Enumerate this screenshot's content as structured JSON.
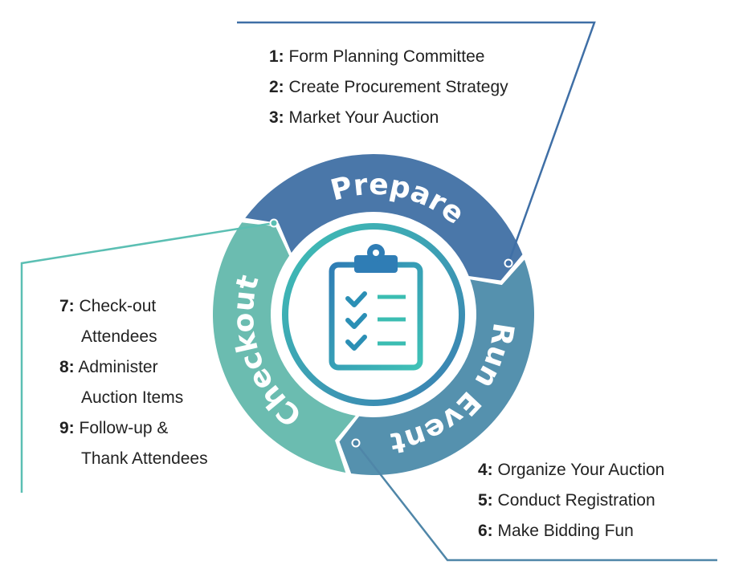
{
  "phases": [
    {
      "label": "Prepare",
      "color": "#4a77a9",
      "line_color": "#3f6fa6",
      "steps": [
        {
          "num": "1:",
          "text": "Form Planning Committee"
        },
        {
          "num": "2:",
          "text": "Create Procurement Strategy"
        },
        {
          "num": "3:",
          "text": "Market Your Auction"
        }
      ]
    },
    {
      "label": "Run Event",
      "color": "#5591ae",
      "line_color": "#4f86a8",
      "steps": [
        {
          "num": "4:",
          "text": "Organize Your Auction"
        },
        {
          "num": "5:",
          "text": "Conduct Registration"
        },
        {
          "num": "6:",
          "text": "Make Bidding Fun"
        }
      ]
    },
    {
      "label": "Checkout",
      "color": "#6bbcb0",
      "line_color": "#5bbfb3",
      "steps": [
        {
          "num": "7:",
          "text": "Check-out",
          "cont": "Attendees"
        },
        {
          "num": "8:",
          "text": "Administer",
          "cont": "Auction Items"
        },
        {
          "num": "9:",
          "text": "Follow-up &",
          "cont": "Thank Attendees"
        }
      ]
    }
  ],
  "center_icon": "clipboard-checklist-icon"
}
